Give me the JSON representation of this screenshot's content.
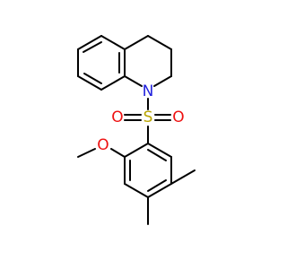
{
  "colors": {
    "bond": "#000000",
    "nitrogen": "#2222dd",
    "sulfur": "#b8a400",
    "oxygen": "#ee1111"
  },
  "atoms": {
    "nitrogen": {
      "label": "N"
    },
    "sulfur": {
      "label": "S"
    },
    "sulfonyl_oxygen_left": {
      "label": "O"
    },
    "sulfonyl_oxygen_right": {
      "label": "O"
    },
    "methoxy_oxygen": {
      "label": "O"
    }
  }
}
